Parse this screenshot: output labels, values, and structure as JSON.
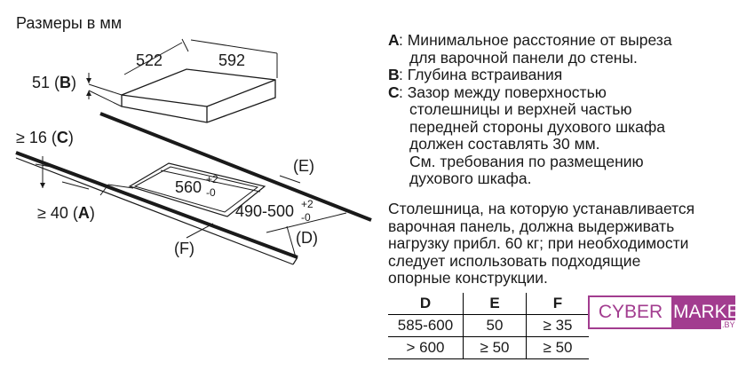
{
  "title": "Размеры в мм",
  "diagram": {
    "dim_522": "522",
    "dim_592": "592",
    "dim_51_num": "51",
    "dim_51_key": "B",
    "dim_16_num": "≥ 16",
    "dim_16_key": "C",
    "dim_40_num": "≥ 40",
    "dim_40_key": "A",
    "cut_width": "560",
    "cut_width_tol_plus": "+2",
    "cut_width_tol_minus": "-0",
    "cut_depth": "490-500",
    "cut_depth_tol_plus": "+2",
    "cut_depth_tol_minus": "-0",
    "label_E": "E",
    "label_D": "D",
    "label_F": "F"
  },
  "legend": [
    {
      "key": "A",
      "text": ": Минимальное расстояние от выреза",
      "cont": "для варочной панели до стены."
    },
    {
      "key": "B",
      "text": ": Глубина встраивания"
    },
    {
      "key": "C",
      "text": ": Зазор между поверхностью",
      "cont": "столешницы и верхней частью",
      "cont2": "передней стороны духового шкафа",
      "cont3": "должен составлять 30 мм.",
      "cont4": "См. требования по размещению",
      "cont5": "духового шкафа."
    }
  ],
  "note": [
    "Столешница, на которую устанавливается",
    "варочная панель, должна выдерживать",
    "нагрузку прибл. 60 кг; при необходимости",
    "следует использовать подходящие",
    "опорные конструкции."
  ],
  "table": {
    "headers": [
      "D",
      "E",
      "F"
    ],
    "rows": [
      [
        "585-600",
        "50",
        "≥ 35"
      ],
      [
        "> 600",
        "≥ 50",
        "≥ 50"
      ]
    ]
  },
  "logo": {
    "part1": "CYBER",
    "part2": "MARKET",
    "suffix": ".BY",
    "color": "#a23c8f"
  }
}
